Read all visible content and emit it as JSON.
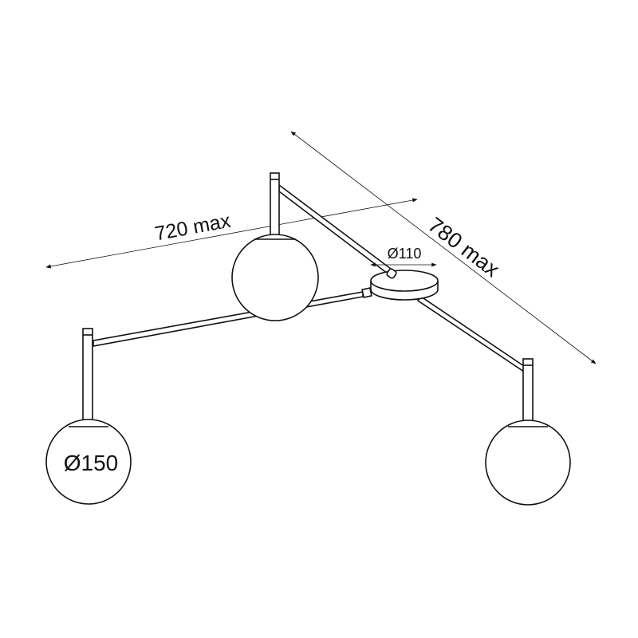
{
  "dimensions": {
    "width_label": "720 max",
    "length_label": "780 max",
    "canopy_diameter": "Ø110",
    "globe_diameter": "Ø150"
  },
  "colors": {
    "line": "#111111",
    "background": "#ffffff"
  }
}
